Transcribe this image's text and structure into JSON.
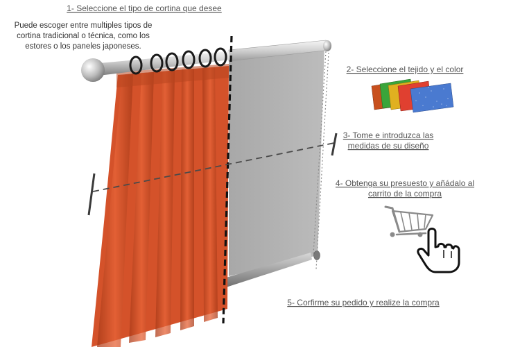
{
  "steps": {
    "step1": "1- Seleccione el tipo de cortina que desee",
    "step2": "2- Seleccione el tejido y el color",
    "step3_line1": "3- Tome e introduzca las",
    "step3_line2": "medidas de su diseño",
    "step4_line1": "4- Obtenga su presuesto y añádalo al",
    "step4_line2": "carrito de la compra",
    "step5": "5- Corfirme su pedido y realize la compra"
  },
  "description": {
    "line1": "Puede escoger entre multiples tipos de",
    "line2": "cortina tradicional o técnica, como los",
    "line3": "estores o los paneles japoneses."
  },
  "colors": {
    "curtain": "#d4522a",
    "blind": "#b3b3b3",
    "label": "#555555",
    "fabric_swatches": [
      "#c8501e",
      "#3aa53a",
      "#e0b020",
      "#e04030",
      "#4a7ad0"
    ]
  },
  "icons": [
    "curtain-rod-icon",
    "roller-blind-icon",
    "fabric-swatches-icon",
    "shopping-cart-icon",
    "pointing-hand-icon"
  ]
}
